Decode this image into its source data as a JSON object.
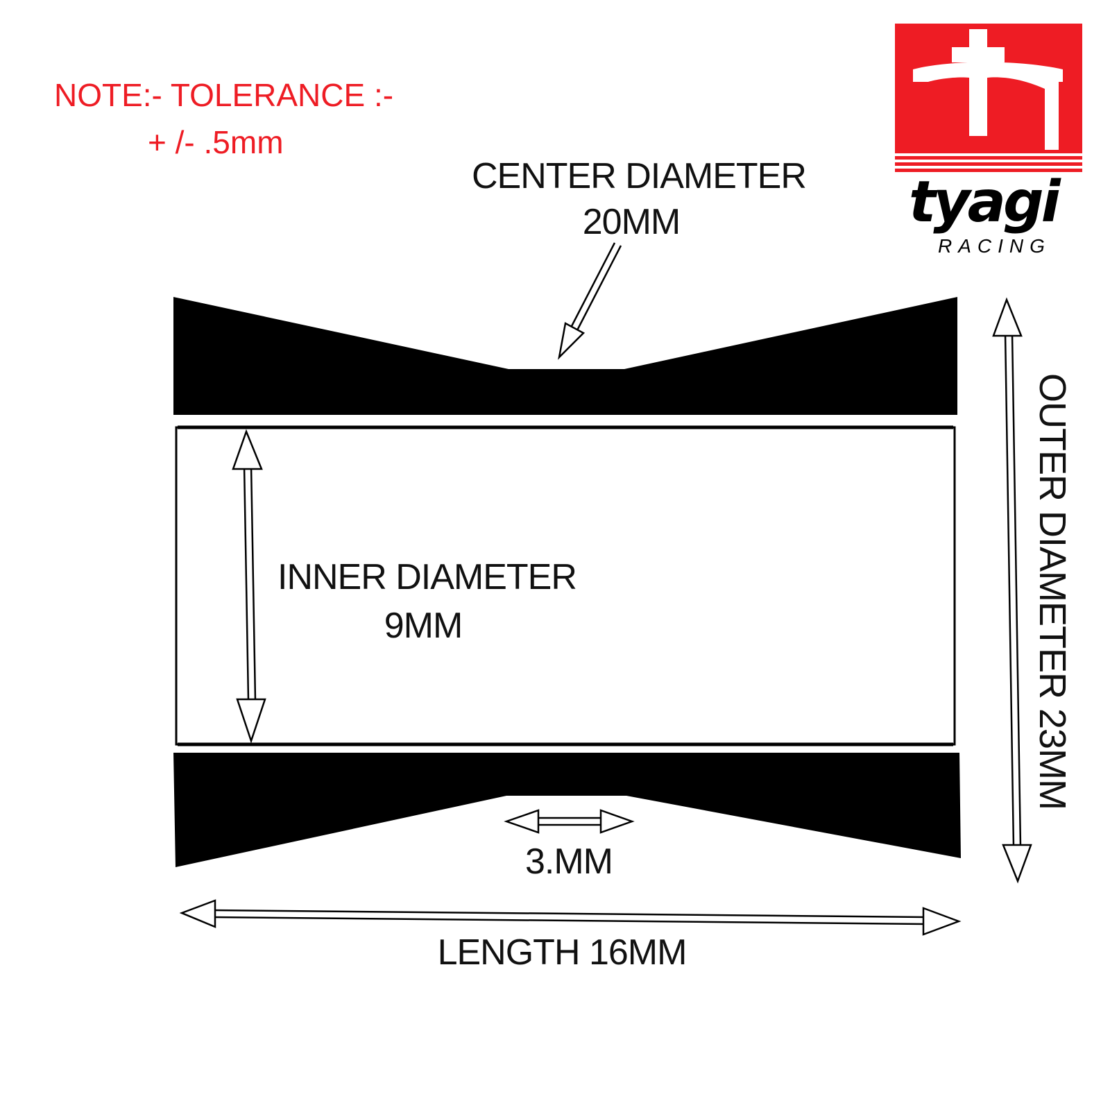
{
  "note": {
    "line1": "NOTE:- TOLERANCE :-",
    "line2": "+ /- .5mm"
  },
  "labels": {
    "center_diameter_title": "CENTER DIAMETER",
    "center_diameter_value": "20MM",
    "inner_diameter_title": "INNER DIAMETER",
    "inner_diameter_value": "9MM",
    "outer_diameter": "OUTER DIAMETER  23MM",
    "flat_width": "3.MM",
    "length": "LENGTH 16MM"
  },
  "logo": {
    "wordmark": "tyagi",
    "sub": "RACING"
  },
  "colors": {
    "note_red": "#ee1c24",
    "logo_red": "#ee1c24",
    "part_black": "#000000",
    "text": "#111111"
  }
}
